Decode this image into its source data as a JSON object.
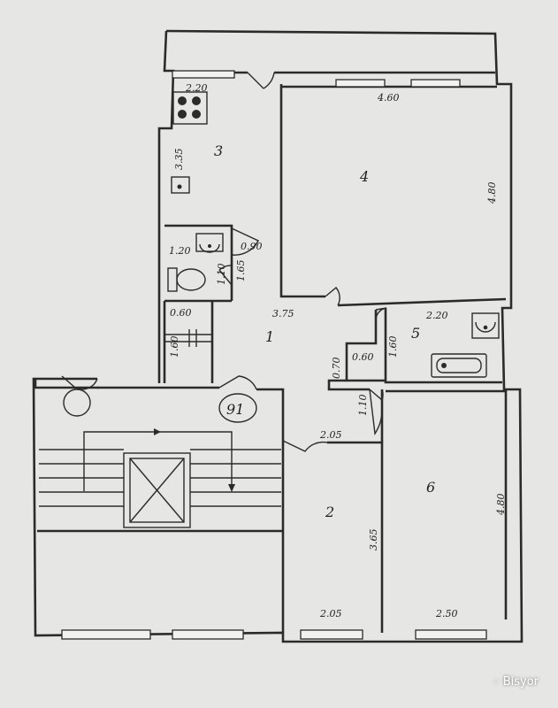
{
  "rooms": [
    {
      "id": "1",
      "label": "1"
    },
    {
      "id": "2",
      "label": "2"
    },
    {
      "id": "3",
      "label": "3"
    },
    {
      "id": "4",
      "label": "4"
    },
    {
      "id": "5",
      "label": "5"
    },
    {
      "id": "6",
      "label": "6"
    }
  ],
  "building_number": "91",
  "dimensions": {
    "balcony_width": "2.20",
    "room4_width": "4.60",
    "room4_depth": "4.80",
    "room3_length": "3.35",
    "wc_width": "1.20",
    "wc_door": "0.90",
    "wc_length": "1.65",
    "wc_small": "1.10",
    "hall_length": "3.75",
    "closet_width": "0.60",
    "closet_length": "1.60",
    "bath_width": "2.20",
    "bath_length": "1.60",
    "niche_width": "0.60",
    "niche_depth": "0.70",
    "corridor_width": "1.10",
    "room2_width_top": "2.05",
    "room2_length": "3.65",
    "room2_width_bottom": "2.05",
    "room6_width": "2.50",
    "room6_length": "4.80"
  },
  "watermark": {
    "text": "Bisyor",
    "icon": "dots-logo-icon"
  }
}
